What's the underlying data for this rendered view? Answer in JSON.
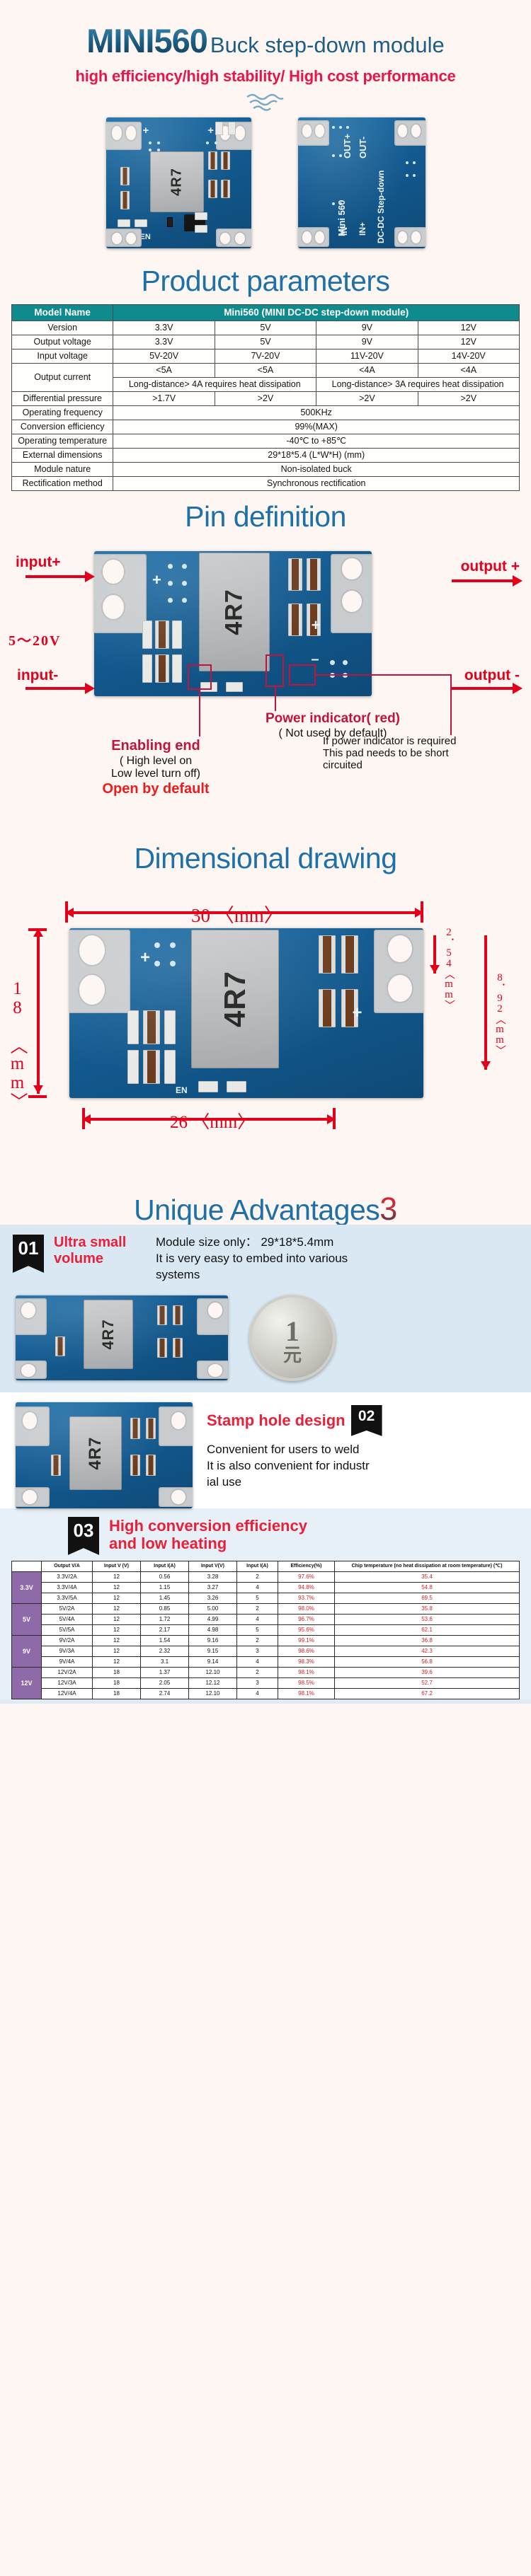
{
  "header": {
    "brand": "MINI560",
    "title": "Buck step-down module",
    "subtitle": "high efficiency/high stability/ High cost performance"
  },
  "board_silk": {
    "front_out_plus": "+",
    "front_in_plus": "+",
    "front_en": "EN",
    "front_ind": "4R7",
    "back_out_plus": "OUT+",
    "back_out_minus": "OUT-",
    "back_in_plus": "IN+",
    "back_in_minus": "IN-",
    "back_model": "Mini 560",
    "back_desc": "DC-DC Step-down"
  },
  "sections": {
    "product_parameters": "Product parameters",
    "pin_definition": "Pin definition",
    "dimensional_drawing": "Dimensional drawing",
    "unique_advantages": "Unique  Advantages",
    "unique_advantages_num": "3"
  },
  "spec_table": {
    "head": {
      "label": "Model Name",
      "value": "Mini560 (MINI DC-DC step-down module)"
    },
    "rows": [
      {
        "label": "Version",
        "cells": [
          "3.3V",
          "5V",
          "9V",
          "12V"
        ]
      },
      {
        "label": "Output voltage",
        "cells": [
          "3.3V",
          "5V",
          "9V",
          "12V"
        ]
      },
      {
        "label": "Input voltage",
        "cells": [
          "5V-20V",
          "7V-20V",
          "11V-20V",
          "14V-20V"
        ]
      },
      {
        "label": "Output current",
        "cells": [
          "<5A",
          "<5A",
          "<4A",
          "<4A"
        ],
        "note_left": "Long-distance> 4A requires heat dissipation",
        "note_right": "Long-distance> 3A requires heat dissipation"
      },
      {
        "label": "Differential pressure",
        "cells": [
          ">1.7V",
          ">2V",
          ">2V",
          ">2V"
        ]
      },
      {
        "label": "Operating frequency",
        "span": "500KHz"
      },
      {
        "label": "Conversion efficiency",
        "span": "99%(MAX)"
      },
      {
        "label": "Operating temperature",
        "span": "-40℃ to +85℃"
      },
      {
        "label": "External dimensions",
        "span": "29*18*5.4 (L*W*H)   (mm)"
      },
      {
        "label": "Module nature",
        "span": "Non-isolated buck"
      },
      {
        "label": "Rectification method",
        "span": "Synchronous rectification"
      }
    ]
  },
  "pin": {
    "input_plus": "input+",
    "input_minus": "input-",
    "output_plus": "output +",
    "output_minus": "output -",
    "voltage_range": "5～20V",
    "enabling_title": "Enabling end",
    "enabling_sub1": "( High level on",
    "enabling_sub2": "Low level turn off)",
    "enabling_red": "Open by default",
    "power_title": "Power indicator( red)",
    "power_sub": "( Not used by default)",
    "short_line1": "If power indicator is required",
    "short_line2": "This pad needs to be short",
    "short_line3": " circuited"
  },
  "dimensions": {
    "length": "30 〈mm〉",
    "width": "18 〈mm〉",
    "pitch": "26 〈mm〉",
    "height_small": "2．54〈mm〉",
    "height_total": "8．92〈mm〉"
  },
  "advantages": [
    {
      "number": "01",
      "title": "Ultra small volume",
      "body_line1": "Module size only： 29*18*5.4mm",
      "body_line2": "It is very easy to embed into various",
      "body_line3": "systems"
    },
    {
      "number": "02",
      "title": "Stamp hole design",
      "body_line1": "Convenient for users to weld",
      "body_line2": "It is also convenient for industr",
      "body_line3": "ial use"
    },
    {
      "number": "03",
      "title_line1": "High conversion efficiency",
      "title_line2": "and low heating"
    }
  ],
  "coin_text": {
    "value": "1",
    "unit": "元"
  },
  "efficiency_table": {
    "headers": [
      "",
      "Output V/A",
      "Input V (V)",
      "Input I(A)",
      "Input V(V)",
      "Input I(A)",
      "Efficiency(%)",
      "Chip temperature (no heat dissipation at room temperature)  (℃)"
    ],
    "groups": [
      {
        "name": "3.3V",
        "rows": [
          [
            "3.3V/2A",
            "12",
            "0.56",
            "3.28",
            "2",
            "97.6%",
            "35.4"
          ],
          [
            "3.3V/4A",
            "12",
            "1.15",
            "3.27",
            "4",
            "94.8%",
            "54.8"
          ],
          [
            "3.3V/5A",
            "12",
            "1.45",
            "3.26",
            "5",
            "93.7%",
            "69.5"
          ]
        ]
      },
      {
        "name": "5V",
        "rows": [
          [
            "5V/2A",
            "12",
            "0.85",
            "5.00",
            "2",
            "98.0%",
            "35.8"
          ],
          [
            "5V/4A",
            "12",
            "1.72",
            "4.99",
            "4",
            "96.7%",
            "53.6"
          ],
          [
            "5V/5A",
            "12",
            "2.17",
            "4.98",
            "5",
            "95.6%",
            "62.1"
          ]
        ]
      },
      {
        "name": "9V",
        "rows": [
          [
            "9V/2A",
            "12",
            "1.54",
            "9.16",
            "2",
            "99.1%",
            "36.8"
          ],
          [
            "9V/3A",
            "12",
            "2.32",
            "9.15",
            "3",
            "98.6%",
            "42.3"
          ],
          [
            "9V/4A",
            "12",
            "3.1",
            "9.14",
            "4",
            "98.3%",
            "56.8"
          ]
        ]
      },
      {
        "name": "12V",
        "rows": [
          [
            "12V/2A",
            "18",
            "1.37",
            "12.10",
            "2",
            "98.1%",
            "39.6"
          ],
          [
            "12V/3A",
            "18",
            "2.05",
            "12.12",
            "3",
            "98.5%",
            "52.7"
          ],
          [
            "12V/4A",
            "18",
            "2.74",
            "12.10",
            "4",
            "98.1%",
            "67.2"
          ]
        ]
      }
    ]
  },
  "colors": {
    "brand_blue": "#1d70a8",
    "accent_red": "#e3001b",
    "table_head_teal": "#0f8b8d",
    "group_purple": "#8f6aa8",
    "page_bg": "#fdf6f3"
  }
}
